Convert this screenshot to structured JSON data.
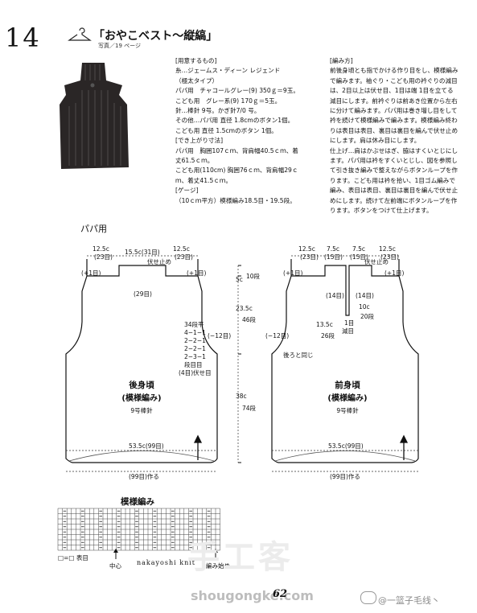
{
  "header": {
    "number": "14",
    "title": "「おやこベスト〜縦縞」",
    "subtitle": "写真／19 ページ"
  },
  "materials": [
    "[用意するもの]",
    "糸…ジェームス・ディーン レジェンド",
    "（極太タイプ）",
    "パパ用　チャコールグレー(9) 350ｇ＝9玉。",
    "こども用　グレー系(9) 170ｇ＝5玉。",
    "針…棒針 9号。かぎ針7/0 号。",
    "その他…パパ用 直径 1.8cmのボタン1個。",
    "こども用 直径 1.5cmのボタン 1個。",
    "[でき上がり寸法]",
    "パパ用　胸囲107ｃｍ、背肩幅40.5ｃｍ、着",
    "丈61.5ｃｍ。",
    "こども用(110cm) 胸囲76ｃｍ、背肩幅29ｃ",
    "ｍ、着丈41.5ｃｍ。",
    "[ゲージ]",
    "（10ｃｍ平方）模様編み18.5目・19.5段。"
  ],
  "instructions": [
    "[編み方]",
    "前後身頃とも指でかける作り目をし、模様編み",
    "で編みます。袖ぐり・こども用の衿ぐりの減目",
    "は、2目以上は伏せ目、1目は端 1目を立てる",
    "減目にします。前衿ぐりは前あき位置から左右",
    "に分けて編みます。パパ用は巻き増し目をして",
    "衿を続けて模様編みで編みます。模様編み終わ",
    "りは表目は表目、裏目は裏目を編んで伏せ止め",
    "にします。肩は休み目にします。",
    "仕上げ…肩はかぶせはぎ、脇はすくいとじにし",
    "ます。パパ用は衿をすくいとじし、図を参照し",
    "て引き抜き編みで整えながらボタンループを作",
    "ります。こども用は衿を拾い、1目ゴム編みで",
    "編み、表目は表目、裏目は裏目を編んで伏せ止",
    "めにします。続けて左前端にボタンループを作",
    "ります。ボタンをつけて仕上げます。"
  ],
  "papa_label": "パパ用",
  "back": {
    "top_left_w": "12.5c",
    "top_left_st": "(23目)",
    "top_mid_w": "15.5c(31目)",
    "top_right_w": "12.5c",
    "top_right_st": "(23目)",
    "bindoff": "伏せ止め",
    "plus1_left": "(+1目)",
    "plus1_right": "(+1目)",
    "neck_st": "(29目)",
    "h_5c": "5c",
    "h_5c_rows": "10段",
    "h_23": "23.5c",
    "h_23_rows": "46段",
    "armhole_dec": [
      "34段平",
      "4−1−1",
      "2−2−1",
      "2−2−1",
      "2−3−1",
      "段目目",
      "(4目)伏せ目"
    ],
    "minus12": "(−12目)",
    "name": "後身頃",
    "pattern": "(模様編み)",
    "needle": "9号棒針",
    "h_38": "38c",
    "h_38_rows": "74段",
    "bottom_w": "53.5c(99目)",
    "cast_on": "(99目)作る"
  },
  "front": {
    "top_left_w": "12.5c",
    "top_left_st": "(23目)",
    "mid_l_w": "7.5c",
    "mid_l_st": "(15目)",
    "mid_r_w": "7.5c",
    "mid_r_st": "(15目)",
    "top_right_w": "12.5c",
    "top_right_st": "(23目)",
    "bindoff": "伏せ止め",
    "plus1_left": "(+1目)",
    "plus1_right": "(+1目)",
    "st14_l": "(14目)",
    "st14_r": "(14目)",
    "h_10c": "10c",
    "h_10c_rows": "20段",
    "h_13": "13.5c",
    "h_13_rows": "26段",
    "dec_1": "1目",
    "dec_2": "減目",
    "minus12": "(−12目)",
    "back_same": "後ろと同じ",
    "name": "前身頃",
    "pattern": "(模様編み)",
    "needle": "9号棒針",
    "bottom_w": "53.5c(99目)",
    "cast_on": "(99目)作る"
  },
  "chart": {
    "title": "模様編み",
    "legend": "□=□ 表目",
    "center": "中心",
    "start": "編み始め"
  },
  "footer": {
    "brand_en": "nakayoshi knit",
    "watermark_cn": "手工客",
    "watermark_url": "shougongke.com",
    "page_number": "62",
    "credit": "@一篮子毛线丶"
  }
}
